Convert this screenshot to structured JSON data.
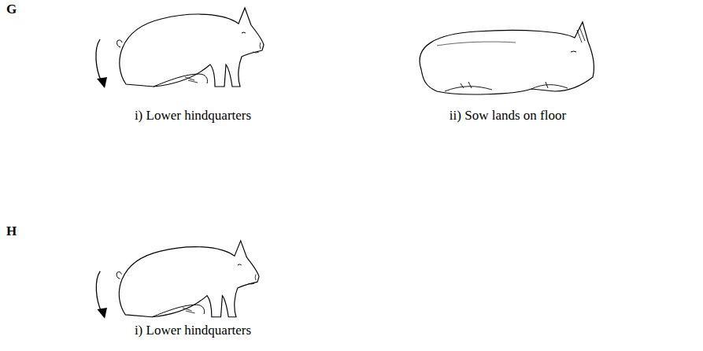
{
  "diagram": {
    "labels": [
      "G",
      "i) Lower hindquarters",
      "ii) Sow lands on floor",
      "H",
      "i) Lower hindquarters"
    ]
  }
}
